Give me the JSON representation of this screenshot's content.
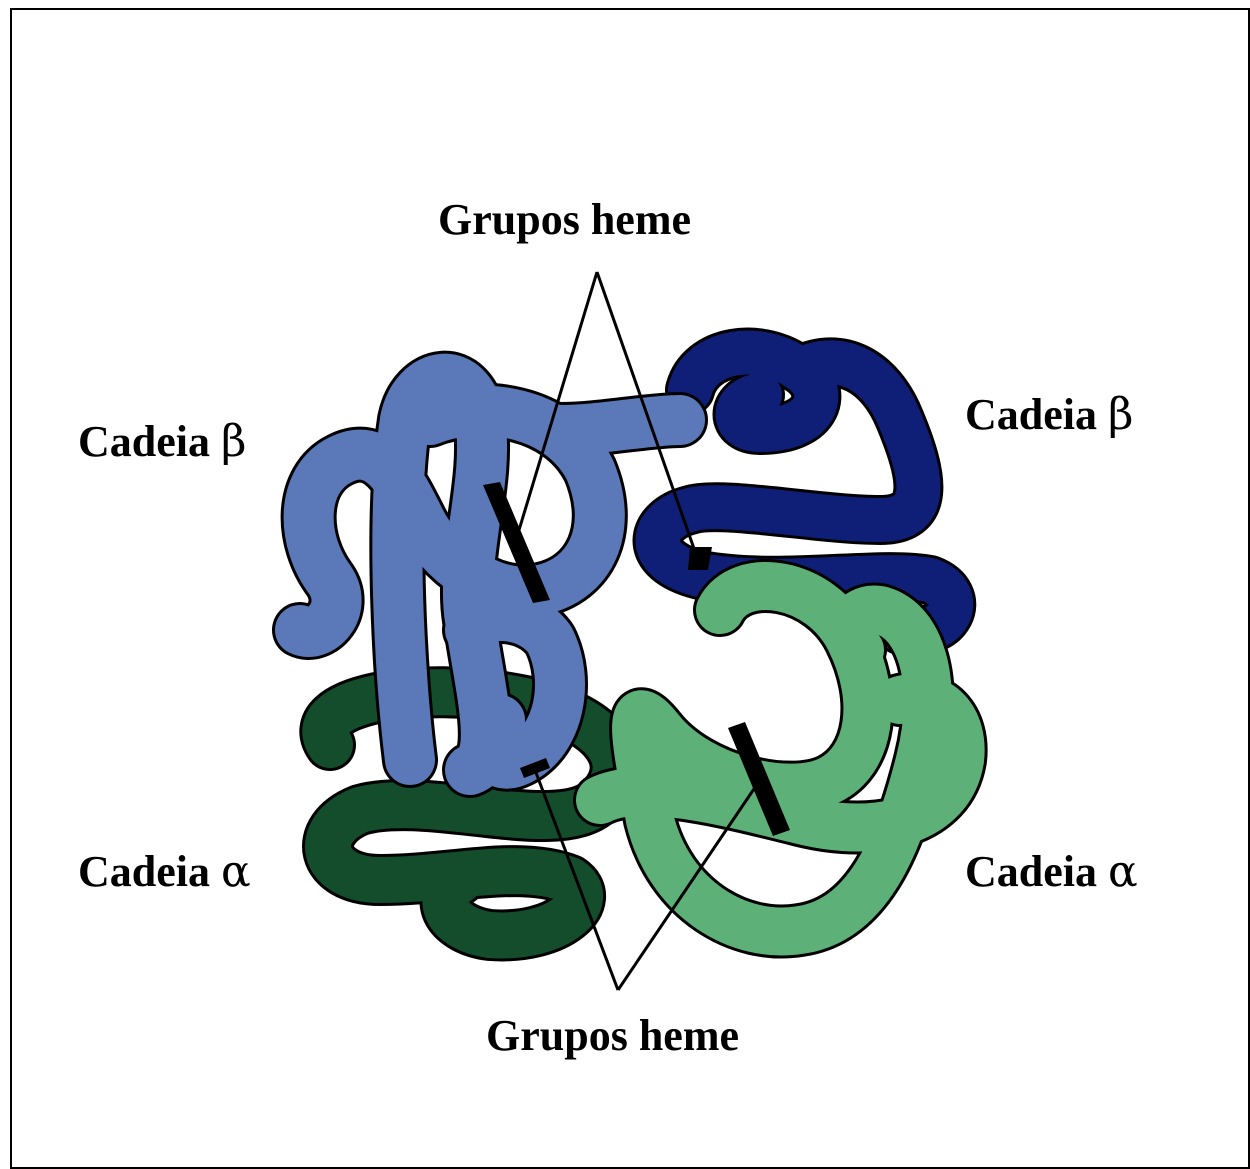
{
  "labels": {
    "heme_top": "Grupos heme",
    "heme_bottom": "Grupos heme",
    "beta_left": {
      "word": "Cadeia",
      "symbol": "β"
    },
    "beta_right": {
      "word": "Cadeia",
      "symbol": "β"
    },
    "alpha_left": {
      "word": "Cadeia",
      "symbol": "α"
    },
    "alpha_right": {
      "word": "Cadeia",
      "symbol": "α"
    }
  },
  "colors": {
    "beta_left_chain": "#5b78b8",
    "beta_right_chain": "#0f1f78",
    "alpha_left_chain": "#134d2c",
    "alpha_right_chain": "#5db178",
    "heme": "#000000",
    "outline": "#000000"
  }
}
